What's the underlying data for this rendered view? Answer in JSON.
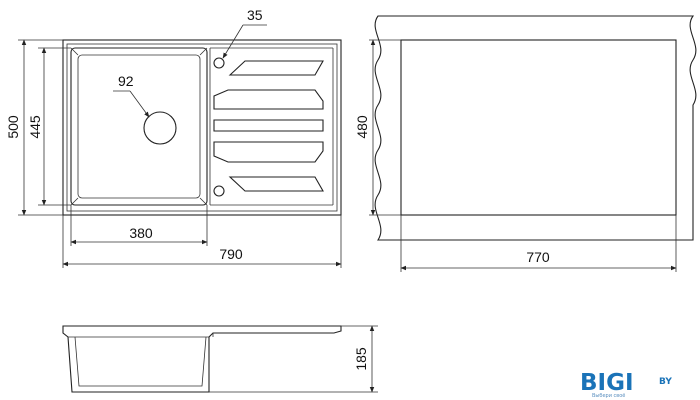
{
  "dimensions": {
    "overall_height": "500",
    "bowl_height": "445",
    "drain_diameter": "92",
    "overflow_diameter": "35",
    "bowl_width": "380",
    "overall_width": "790",
    "cutout_height": "480",
    "cutout_width": "770",
    "depth": "185"
  },
  "logo": {
    "main": "BIGI",
    "suffix": "BY",
    "tagline": "Выбери своё"
  },
  "colors": {
    "line": "#222222",
    "logo": "#1a73b8"
  }
}
